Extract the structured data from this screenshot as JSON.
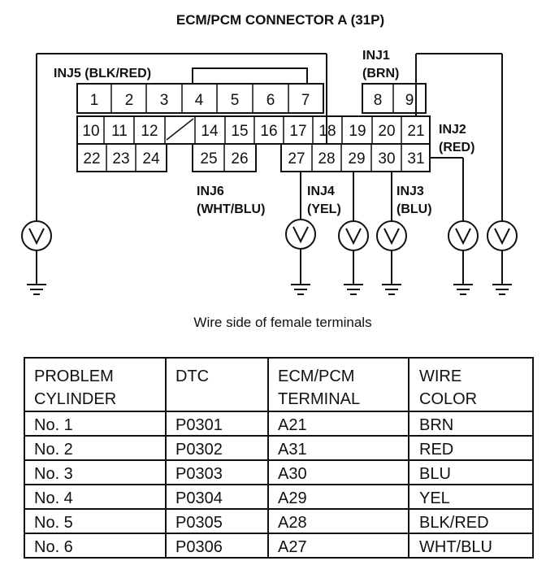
{
  "title": "ECM/PCM CONNECTOR A (31P)",
  "caption": "Wire side of female terminals",
  "pins": {
    "p1": "1",
    "p2": "2",
    "p3": "3",
    "p4": "4",
    "p5": "5",
    "p6": "6",
    "p7": "7",
    "p8": "8",
    "p9": "9",
    "p10": "10",
    "p11": "11",
    "p12": "12",
    "p14": "14",
    "p15": "15",
    "p16": "16",
    "p17": "17",
    "p18": "18",
    "p19": "19",
    "p20": "20",
    "p21": "21",
    "p22": "22",
    "p23": "23",
    "p24": "24",
    "p25": "25",
    "p26": "26",
    "p27": "27",
    "p28": "28",
    "p29": "29",
    "p30": "30",
    "p31": "31"
  },
  "injectors": {
    "inj5": {
      "name": "INJ5",
      "color": "(BLK/RED)"
    },
    "inj1": {
      "name": "INJ1",
      "color": "(BRN)"
    },
    "inj2": {
      "name": "INJ2",
      "color": "(RED)"
    },
    "inj6": {
      "name": "INJ6",
      "color": "(WHT/BLU)"
    },
    "inj4": {
      "name": "INJ4",
      "color": "(YEL)"
    },
    "inj3": {
      "name": "INJ3",
      "color": "(BLU)"
    }
  },
  "table": {
    "headers": [
      [
        "PROBLEM",
        "CYLINDER"
      ],
      [
        "DTC",
        ""
      ],
      [
        "ECM/PCM",
        "TERMINAL"
      ],
      [
        "WIRE",
        "COLOR"
      ]
    ],
    "rows": [
      [
        "No. 1",
        "P0301",
        "A21",
        "BRN"
      ],
      [
        "No. 2",
        "P0302",
        "A31",
        "RED"
      ],
      [
        "No. 3",
        "P0303",
        "A30",
        "BLU"
      ],
      [
        "No. 4",
        "P0304",
        "A29",
        "YEL"
      ],
      [
        "No. 5",
        "P0305",
        "A28",
        "BLK/RED"
      ],
      [
        "No. 6",
        "P0306",
        "A27",
        "WHT/BLU"
      ]
    ]
  }
}
